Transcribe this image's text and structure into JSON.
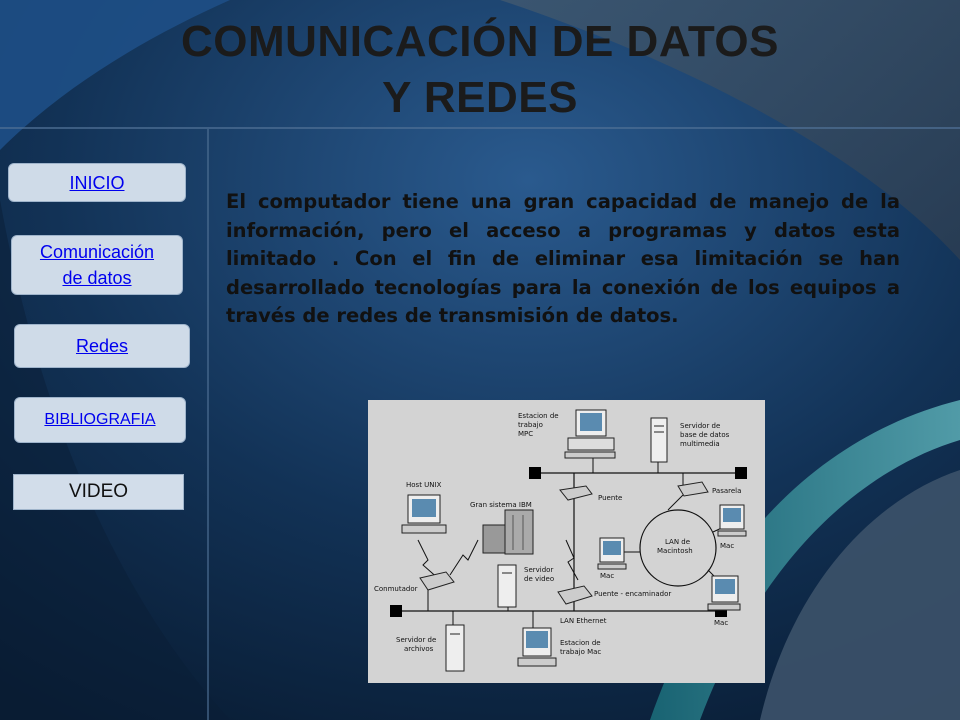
{
  "slide": {
    "title_line1": "COMUNICACIÓN DE DATOS",
    "title_line2": "Y REDES"
  },
  "nav": {
    "inicio": "INICIO",
    "comunicacion_line1": "Comunicación",
    "comunicacion_line2": "de datos",
    "redes": "Redes",
    "bibliografia": "BIBLIOGRAFIA",
    "video": "VIDEO"
  },
  "content": {
    "paragraph": "El computador tiene una gran capacidad de manejo de la información, pero el acceso a programas y datos esta limitado . Con el fin de eliminar esa limitación se han desarrollado tecnologías para la conexión de los equipos a través de redes de transmisión de datos."
  },
  "diagram": {
    "estacion_mpc_1": "Estacion de",
    "estacion_mpc_2": "trabajo",
    "estacion_mpc_3": "MPC",
    "servidor_bd_1": "Servidor de",
    "servidor_bd_2": "base de datos",
    "servidor_bd_3": "multimedia",
    "host_unix": "Host UNIX",
    "gran_sistema": "Gran sistema IBM",
    "puente": "Puente",
    "pasarela": "Pasarela",
    "lan_mac_1": "LAN de",
    "lan_mac_2": "Macintosh",
    "mac": "Mac",
    "servidor_video_1": "Servidor",
    "servidor_video_2": "de video",
    "conmutador": "Conmutador",
    "puente_encaminador": "Puente - encaminador",
    "lan_ethernet": "LAN Ethernet",
    "servidor_archivos_1": "Servidor de",
    "servidor_archivos_2": "archivos",
    "estacion_mac_1": "Estacion de",
    "estacion_mac_2": "trabajo Mac"
  },
  "colors": {
    "background_dark": "#0e2440",
    "title_text": "#1b1b1b",
    "nav_button_bg": "#cfdbe8",
    "link": "#0000ee",
    "diagram_bg": "#d3d3d3"
  }
}
